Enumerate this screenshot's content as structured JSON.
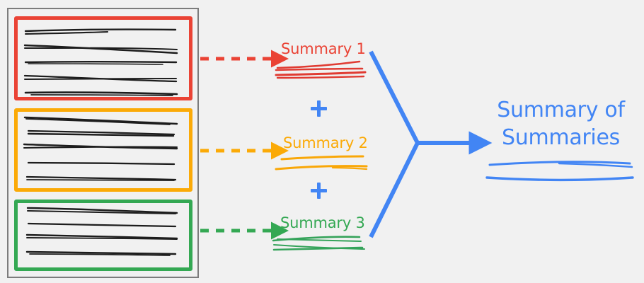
{
  "diagram": {
    "title": "Map-reduce hierarchical summarization diagram",
    "background_color": "#f1f1f1"
  },
  "source_panel": {
    "name": "document-collection",
    "outline_color": "#7c7c7c",
    "documents": [
      {
        "id": "doc-1",
        "color": "#ea4335",
        "color_name": "red",
        "text_lines": 5
      },
      {
        "id": "doc-2",
        "color": "#fbaa07",
        "color_name": "yellow",
        "text_lines": 5
      },
      {
        "id": "doc-3",
        "color": "#34a853",
        "color_name": "green",
        "text_lines": 4
      }
    ]
  },
  "summaries": [
    {
      "label": "Summary 1",
      "color": "#ea4335",
      "arrow": "dashed-arrow-right",
      "underline_strokes": 2
    },
    {
      "label": "Summary 2",
      "color": "#fbaa07",
      "arrow": "dashed-arrow-right",
      "underline_strokes": 2
    },
    {
      "label": "Summary 3",
      "color": "#34a853",
      "arrow": "dashed-arrow-right",
      "underline_strokes": 2
    }
  ],
  "operators": [
    {
      "symbol": "+",
      "color": "#4285f4",
      "name": "plus-operator-1"
    },
    {
      "symbol": "+",
      "color": "#4285f4",
      "name": "plus-operator-2"
    }
  ],
  "merge": {
    "color": "#4285f4",
    "shape": "y-merge-arrow",
    "arrow": "solid-arrow-right"
  },
  "result": {
    "line1": "Summary of",
    "line2": "Summaries",
    "color": "#4285f4",
    "underline_strokes": 2
  }
}
